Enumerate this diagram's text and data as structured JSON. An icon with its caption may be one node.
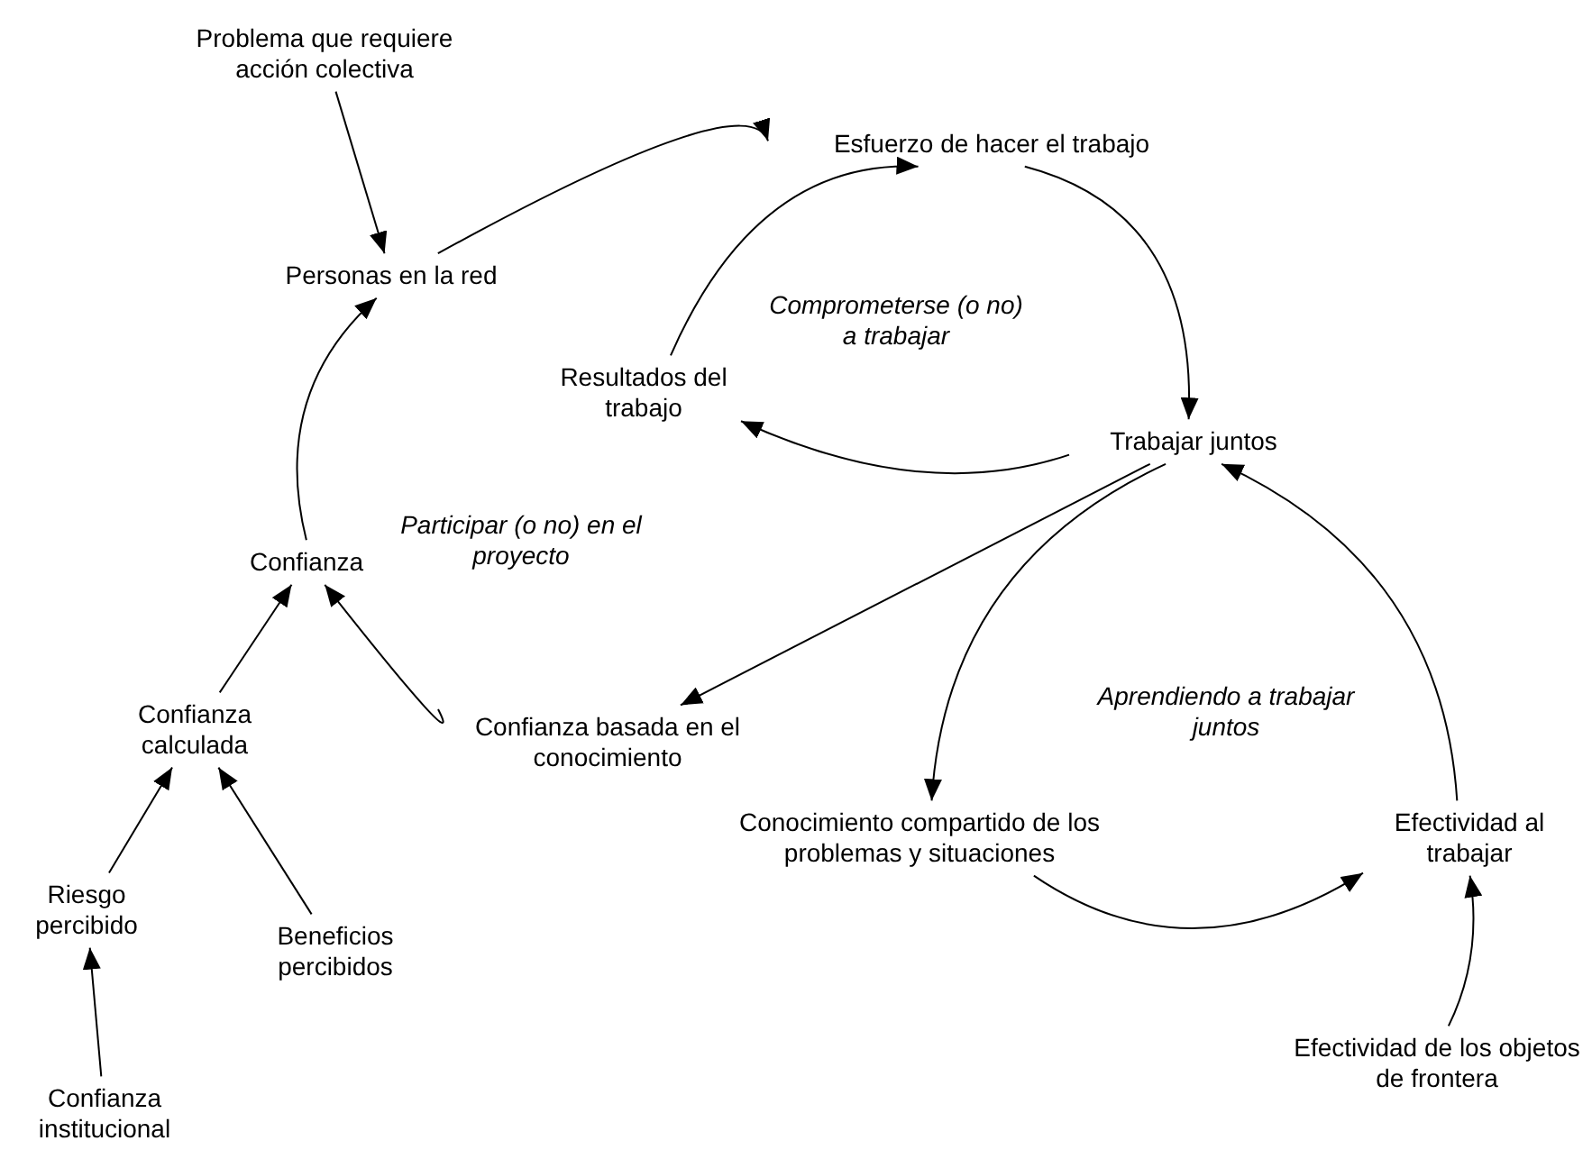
{
  "diagram": {
    "nodes": [
      {
        "text": [
          "Problema que requiere acción colectiva"
        ]
      },
      {
        "text": [
          "Personas en la red"
        ]
      },
      {
        "text": [
          "Esfuerzo de hacer el trabajo"
        ]
      },
      {
        "text": [
          "Resultados del trabajo"
        ]
      },
      {
        "text": [
          "Trabajar juntos"
        ]
      },
      {
        "text": [
          "Confianza"
        ]
      },
      {
        "text": [
          "Confianza calculada"
        ]
      },
      {
        "text": [
          "Confianza basada en el conocimiento"
        ]
      },
      {
        "text": [
          "Conocimiento compartido de los problemas y situaciones"
        ]
      },
      {
        "text": [
          "Efectividad al trabajar"
        ]
      },
      {
        "text": [
          "Riesgo percibido"
        ]
      },
      {
        "text": [
          "Beneficios percibidos"
        ]
      },
      {
        "text": [
          "Efectividad de los objetos de frontera"
        ]
      },
      {
        "text": [
          "Confianza institucional"
        ]
      }
    ],
    "edges": [
      {
        "from": 0,
        "to": 1,
        "arrow": "to"
      },
      {
        "from": 1,
        "to": 2,
        "arrow": "to"
      },
      {
        "from": 3,
        "to": 2,
        "arrow": "to"
      },
      {
        "from": 2,
        "to": 4,
        "arrow": "to"
      },
      {
        "from": 4,
        "to": 3,
        "arrow": "to"
      },
      {
        "from": 4,
        "to": 7,
        "arrow": "to"
      },
      {
        "from": 4,
        "to": 8,
        "arrow": "to"
      },
      {
        "from": 8,
        "to": 9,
        "arrow": "to"
      },
      {
        "from": 9,
        "to": 4,
        "arrow": "to"
      },
      {
        "from": 12,
        "to": 9,
        "arrow": "to"
      },
      {
        "from": 7,
        "to": 5,
        "arrow": "to"
      },
      {
        "from": 6,
        "to": 5,
        "arrow": "to"
      },
      {
        "from": 5,
        "to": 1,
        "arrow": "to"
      },
      {
        "from": 10,
        "to": 6,
        "arrow": "to"
      },
      {
        "from": 11,
        "to": 6,
        "arrow": "to"
      },
      {
        "from": 13,
        "to": 10,
        "arrow": "to"
      }
    ],
    "labels": [
      "Comprometerse (o no) a trabajar",
      "Participar (o no) en el proyecto",
      "Aprendiendo a trabajar juntos"
    ]
  }
}
